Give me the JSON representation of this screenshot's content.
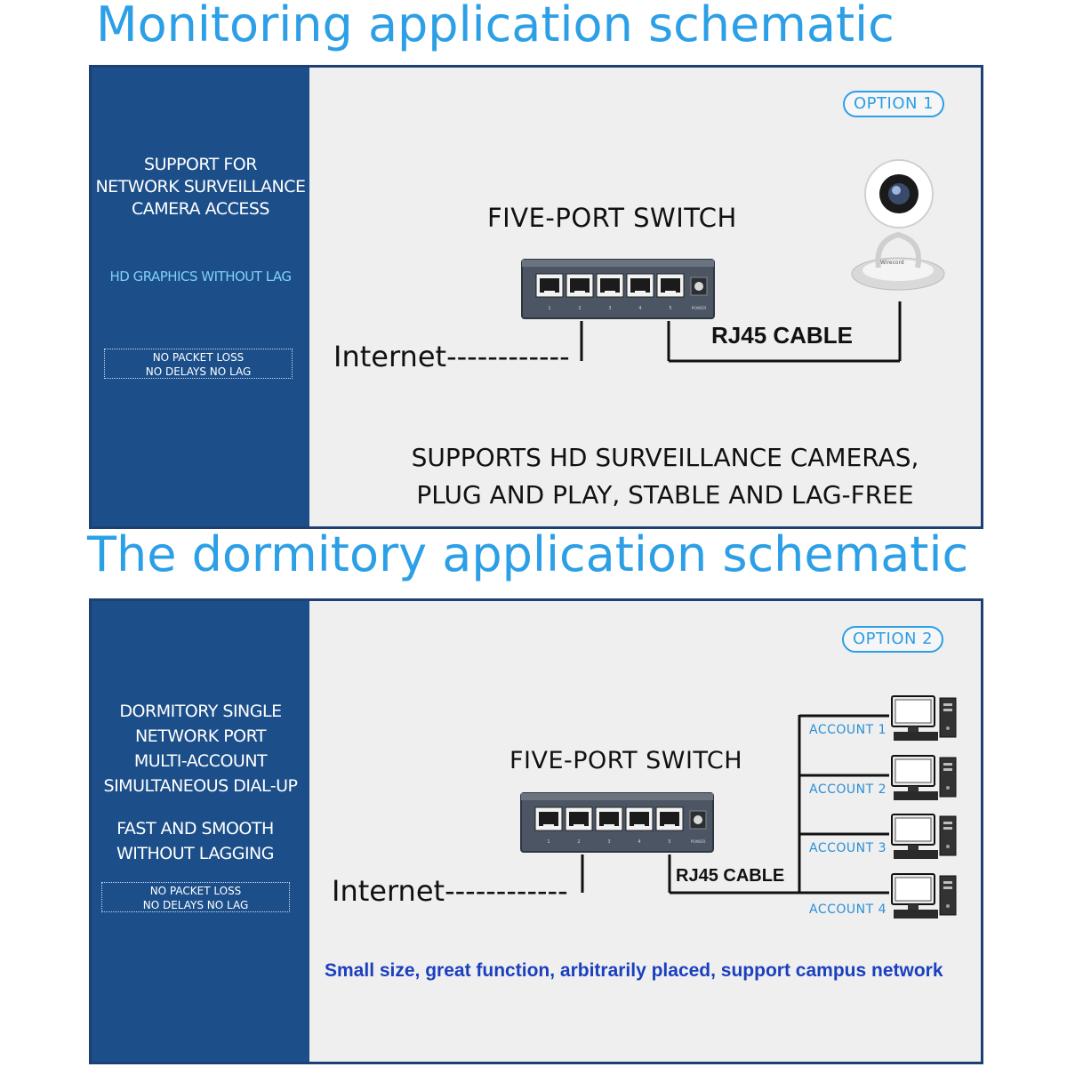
{
  "section1": {
    "heading": "Monitoring application schematic",
    "side": {
      "title": "SUPPORT FOR\nNETWORK SURVEILLANCE\nCAMERA ACCESS",
      "highlight": "HD GRAPHICS WITHOUT LAG",
      "box": "NO PACKET LOSS\nNO DELAYS NO LAG"
    },
    "option": "OPTION 1",
    "switch_title": "FIVE-PORT SWITCH",
    "internet": "Internet------------",
    "cable": "RJ45 CABLE",
    "caption": "SUPPORTS HD SURVEILLANCE CAMERAS,\nPLUG AND PLAY, STABLE AND LAG-FREE",
    "camera_brand": "Wirecord"
  },
  "section2": {
    "heading": "The dormitory application schematic",
    "side": {
      "title": "DORMITORY SINGLE\nNETWORK PORT\nMULTI-ACCOUNT\nSIMULTANEOUS DIAL-UP",
      "subtitle": "FAST AND SMOOTH\nWITHOUT LAGGING",
      "box": "NO PACKET LOSS\nNO DELAYS  NO LAG"
    },
    "option": "OPTION 2",
    "switch_title": "FIVE-PORT SWITCH",
    "internet": "Internet------------",
    "cable": "RJ45 CABLE",
    "accounts": [
      "ACCOUNT 1",
      "ACCOUNT 2",
      "ACCOUNT 3",
      "ACCOUNT 4"
    ],
    "caption": "Small size, great function, arbitrarily placed, support campus network"
  },
  "switch_port_labels": [
    "1",
    "2",
    "3",
    "4",
    "5"
  ],
  "switch_power_label": "POWER",
  "colors": {
    "heading": "#2c9fe6",
    "side_panel": "#1c4f8a",
    "content_bg": "#efefef",
    "accent_cyan": "#7fd0f5",
    "account_text": "#2c8fd6",
    "caption_blue": "#1a3fbf"
  },
  "icons": [
    "network-switch-icon",
    "ip-camera-icon",
    "desktop-computer-icon"
  ]
}
